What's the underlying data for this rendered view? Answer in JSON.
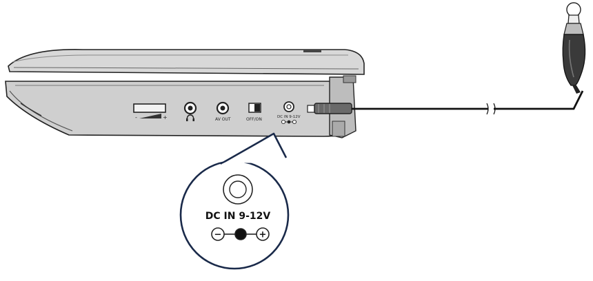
{
  "player": {
    "volume_minus": "-",
    "volume_plus": "+",
    "av_out_label": "AV OUT",
    "power_label": "OFF/ON",
    "dc_in_label": "DC IN 9-12V"
  },
  "callout": {
    "dc_in_label": "DC IN 9-12V",
    "minus_symbol": "−",
    "plus_symbol": "+"
  }
}
